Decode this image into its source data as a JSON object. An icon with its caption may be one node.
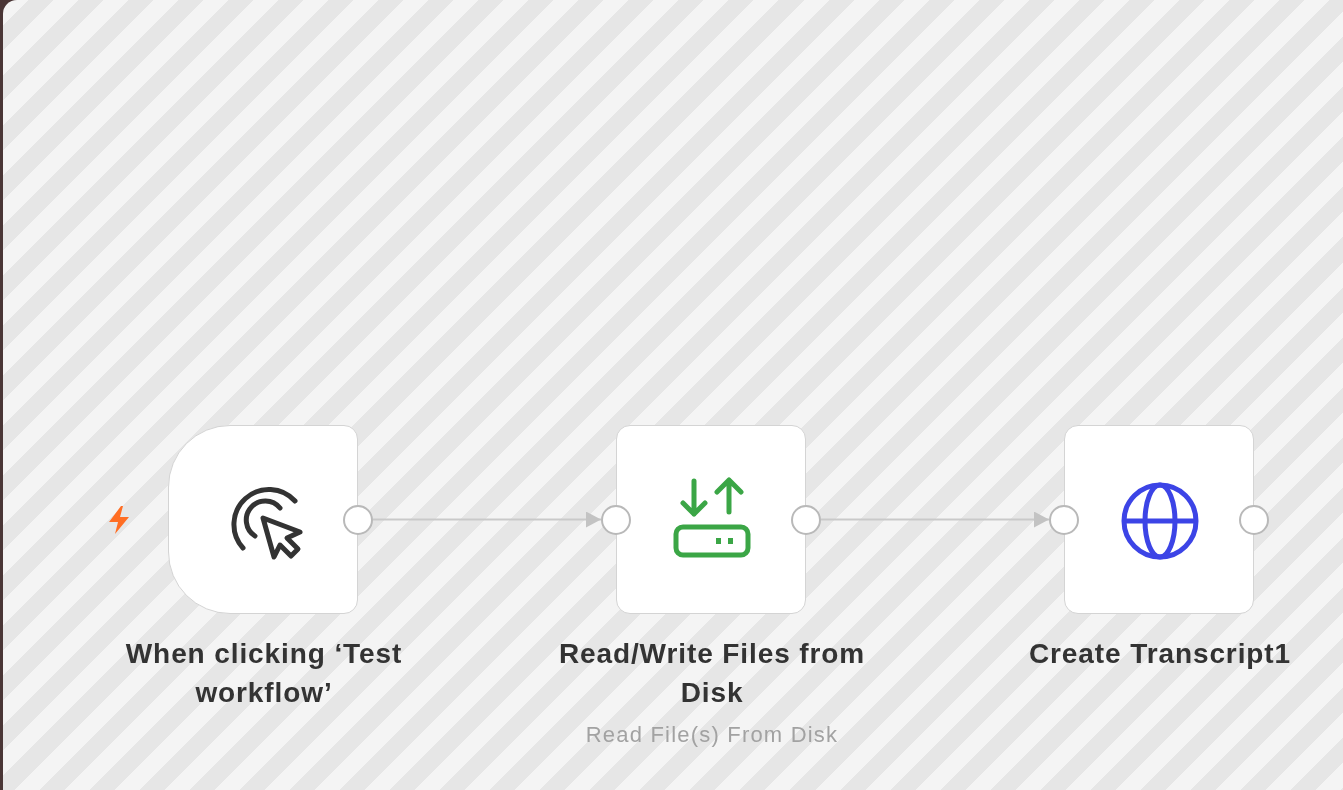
{
  "diagram": {
    "nodes": [
      {
        "text": [
          "When clicking ‘Test workflow’"
        ]
      },
      {
        "text": [
          "Read/Write Files from Disk",
          "Read File(s) From Disk"
        ]
      },
      {
        "text": [
          "Create Transcript1"
        ]
      }
    ],
    "edges": [
      {
        "from": 0,
        "to": 1,
        "arrow": "to"
      },
      {
        "from": 1,
        "to": 2,
        "arrow": "to"
      }
    ]
  }
}
